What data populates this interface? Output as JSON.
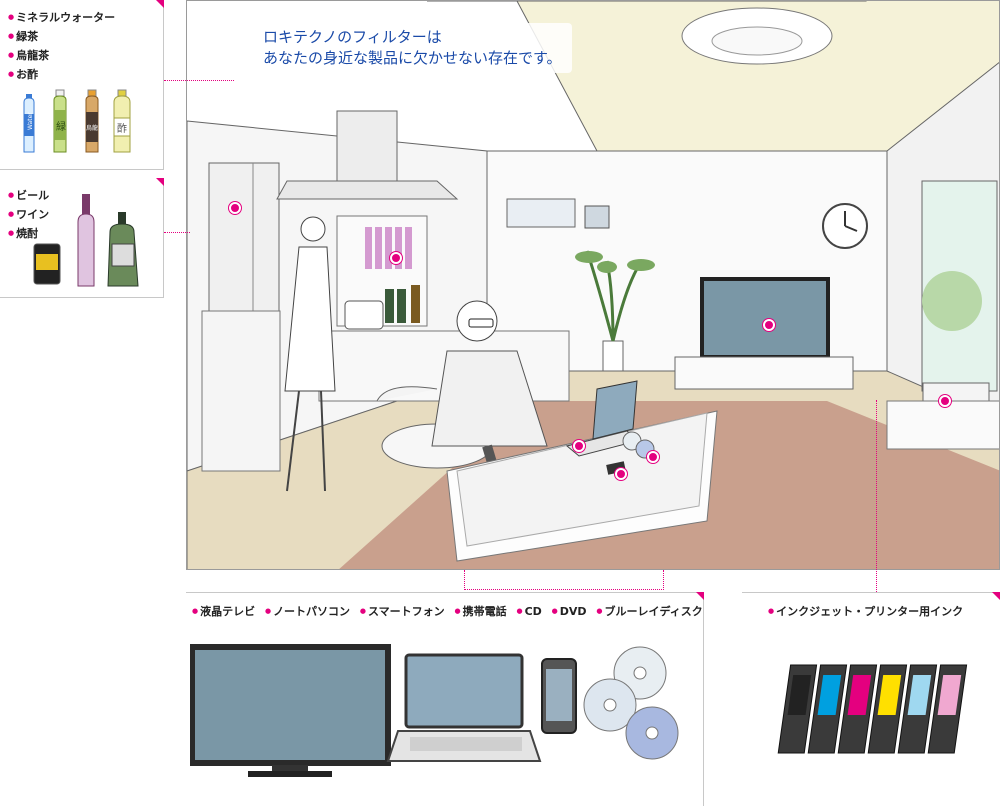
{
  "headline": {
    "line1": "ロキテクノのフィルターは",
    "line2": "あなたの身近な製品に欠かせない存在です。"
  },
  "panel_beverages": {
    "items": [
      "ミネラルウォーター",
      "緑茶",
      "烏龍茶",
      "お酢"
    ],
    "water_label": "Water",
    "tea_label": "緑",
    "oolong_label": "烏龍",
    "vinegar_label": "酢"
  },
  "panel_alcohol": {
    "items": [
      "ビール",
      "ワイン",
      "焼酎"
    ]
  },
  "panel_electronics": {
    "items": [
      "液晶テレビ",
      "ノートパソコン",
      "スマートフォン",
      "携帯電話",
      "CD",
      "DVD",
      "ブルーレイディスク"
    ]
  },
  "panel_ink": {
    "items": [
      "インクジェット・プリンター用インク"
    ]
  },
  "colors": {
    "accent": "#e4007f",
    "headline": "#1a4aa8",
    "floor": "#e7dcc0",
    "rug": "#c9a08d",
    "ceiling": "#f5f2d8"
  },
  "icons": [
    "tv-icon",
    "laptop-icon",
    "smartphone-icon",
    "disc-icon",
    "ink-cartridge-icon",
    "bottle-icon"
  ]
}
